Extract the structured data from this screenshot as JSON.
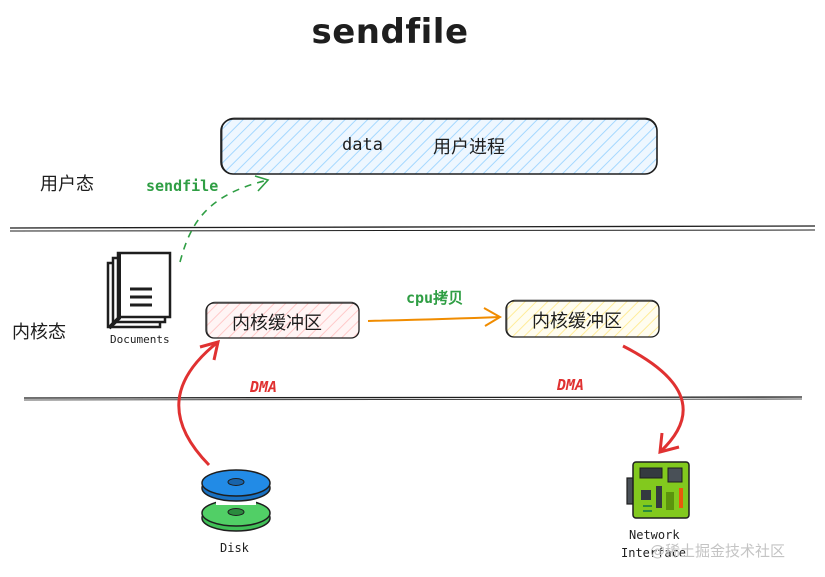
{
  "title": "sendfile",
  "layers": {
    "user": "用户态",
    "kernel": "内核态"
  },
  "user_process": {
    "data_label": "data",
    "process_label": "用户进程"
  },
  "buffers": {
    "left": "内核缓冲区",
    "right": "内核缓冲区"
  },
  "arrows": {
    "sendfile": "sendfile",
    "cpu_copy": "cpu拷贝",
    "dma_left": "DMA",
    "dma_right": "DMA"
  },
  "icons": {
    "documents": "Documents",
    "disk": "Disk",
    "network_line1": "Network",
    "network_line2": "Interface"
  },
  "watermark": "@稀土掘金技术社区",
  "colors": {
    "user_box_fill": "#d0ebff",
    "left_buffer_fill": "#ffe3e3",
    "right_buffer_fill": "#fff9db",
    "green": "#2f9e44",
    "orange": "#f08c00",
    "red": "#e03131"
  }
}
